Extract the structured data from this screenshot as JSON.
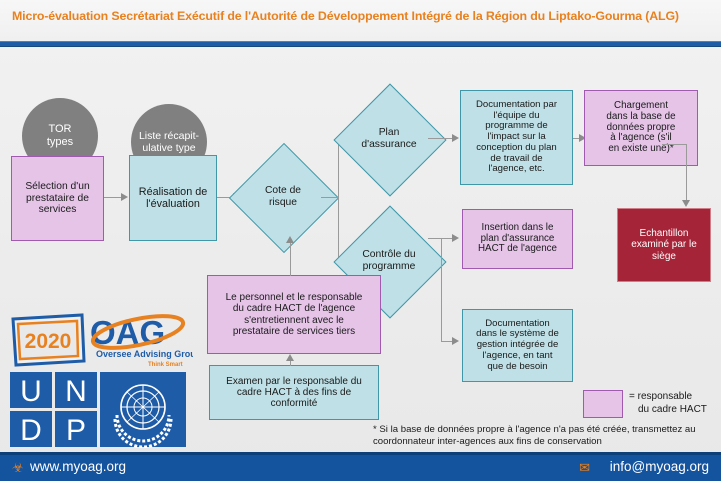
{
  "header": {
    "title": "Micro-évaluation Secrétariat Exécutif de l'Autorité de Développement Intégré de la Région du Liptako-Gourma (ALG)"
  },
  "footer": {
    "website": "www.myoag.org",
    "email": "info@myoag.org",
    "globe_icon": "globe-icon",
    "mail_icon": "envelope-icon"
  },
  "flow": {
    "circles": [
      {
        "id": "tor-types",
        "label": "TOR\ntypes",
        "color": "#808080"
      },
      {
        "id": "liste-recap",
        "label": "Liste récapit-\nulative type",
        "color": "#808080"
      }
    ],
    "nodes": [
      {
        "id": "selection-prestataire",
        "label": "Sélection d'un prestataire de services",
        "fill": "#e5c4e8"
      },
      {
        "id": "realisation-evaluation",
        "label": "Réalisation de l'évaluation",
        "fill": "#bfe0e6"
      },
      {
        "id": "cote-de-risque",
        "label": "Cote de risque",
        "fill": "#bfe0e6",
        "shape": "diamond"
      },
      {
        "id": "plan-assurance",
        "label": "Plan d'assurance",
        "fill": "#bfe0e6",
        "shape": "diamond"
      },
      {
        "id": "controle-programme",
        "label": "Contrôle du programme",
        "fill": "#bfe0e6",
        "shape": "diamond"
      },
      {
        "id": "documentation-equipe",
        "label": "Documentation par l'équipe du programme de l'impact sur la conception du plan de travail de l'agence, etc.",
        "fill": "#bfe0e6"
      },
      {
        "id": "chargement-base",
        "label": "Chargement dans la base de données propre à l'agence (s'il en existe une)*",
        "fill": "#e5c4e8"
      },
      {
        "id": "echantillon-siege",
        "label": "Echantillon examiné par le siège",
        "fill": "#a52437"
      },
      {
        "id": "insertion-plan",
        "label": "Insertion dans le plan d'assurance HACT de l'agence",
        "fill": "#e5c4e8"
      },
      {
        "id": "documentation-systeme",
        "label": "Documentation dans le système de gestion intégrée de l'agence, en tant que de besoin",
        "fill": "#bfe0e6"
      },
      {
        "id": "personnel-responsable",
        "label": "Le personnel et le responsable du cadre HACT de l'agence s'entretiennent avec le prestataire de services tiers",
        "fill": "#e5c4e8"
      },
      {
        "id": "examen-responsable",
        "label": "Examen par le responsable du cadre HACT à des fins de conformité",
        "fill": "#bfe0e6"
      }
    ]
  },
  "legend": {
    "swatch_color": "#e5c4e8",
    "text": "= responsable\n   du cadre HACT"
  },
  "footnote": {
    "text": "* Si la base de données propre à l'agence n'a pas été créée, transmettez au coordonnateur inter-agences aux fins de conservation"
  },
  "logos": {
    "year_badge": "2020",
    "oag_name": "OAG",
    "oag_tagline": "Oversee Advising Group",
    "oag_subtagline": "Think Smart",
    "undp_letters": [
      "U",
      "N",
      "D",
      "P"
    ],
    "un_emblem": "un-emblem-icon"
  },
  "colors": {
    "brand_orange": "#e8811f",
    "brand_blue": "#14539e",
    "purple_fill": "#e5c4e8",
    "blue_fill": "#bfe0e6",
    "red_fill": "#a52437",
    "grey_circle": "#808080"
  }
}
